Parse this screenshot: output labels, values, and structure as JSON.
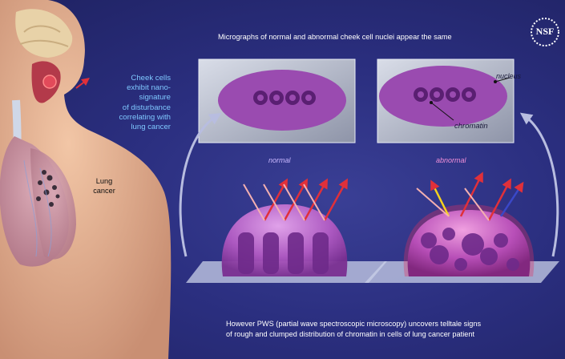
{
  "top_caption": "Micrographs of normal and abnormal cheek cell nuclei appear the same",
  "cheek_text": [
    "Cheek cells",
    "exhibit nano-",
    "signature",
    "of disturbance",
    "correlating with",
    "lung cancer"
  ],
  "lung_label": [
    "Lung",
    "cancer"
  ],
  "normal_label": "normal",
  "abnormal_label": "abnormal",
  "nucleus_label": "nucleus",
  "chromatin_label": "chromatin",
  "bottom_caption": [
    "However PWS (partial wave spectroscopic microscopy) uncovers telltale signs",
    "of rough and clumped distribution of chromatin in cells of lung cancer patient"
  ],
  "logo_text": "NSF",
  "colors": {
    "background": "#2b2f80",
    "cheek_text": "#7fc8ff",
    "cell": "#a24fb8",
    "arrow": "#e0303a"
  }
}
